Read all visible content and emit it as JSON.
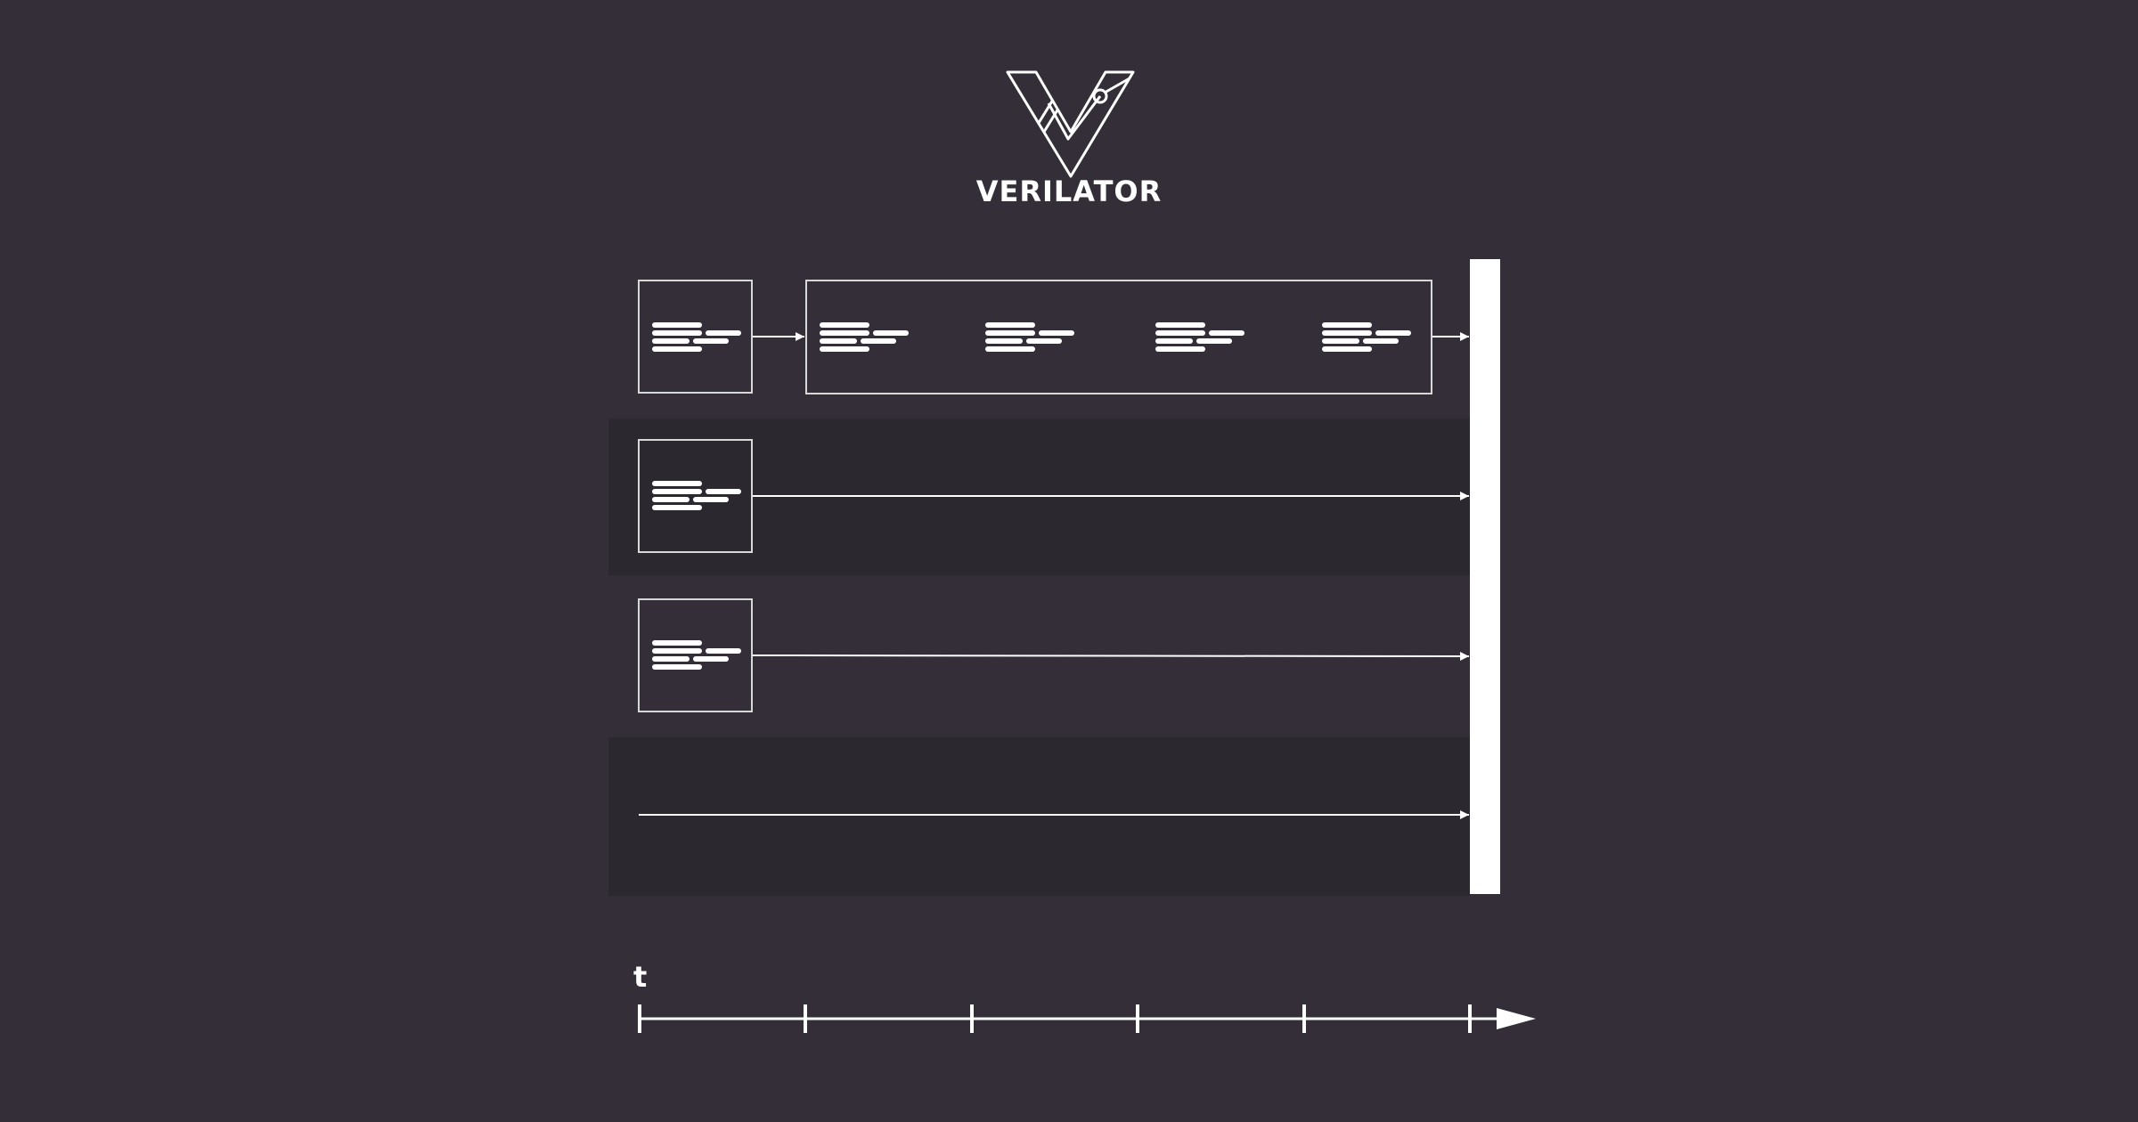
{
  "brand": {
    "name": "VERILATOR",
    "logo_icon": "verilator-v-logo"
  },
  "colors": {
    "background": "#332e38",
    "lane_band": "#2c282f",
    "stroke": "#ffffff"
  },
  "timeline": {
    "label": "t",
    "tick_count": 6
  },
  "lanes": [
    {
      "start_block": true,
      "grouped_blocks": 4
    },
    {
      "start_block": true,
      "grouped_blocks": 0
    },
    {
      "start_block": true,
      "grouped_blocks": 0
    },
    {
      "start_block": false,
      "grouped_blocks": 0
    }
  ]
}
